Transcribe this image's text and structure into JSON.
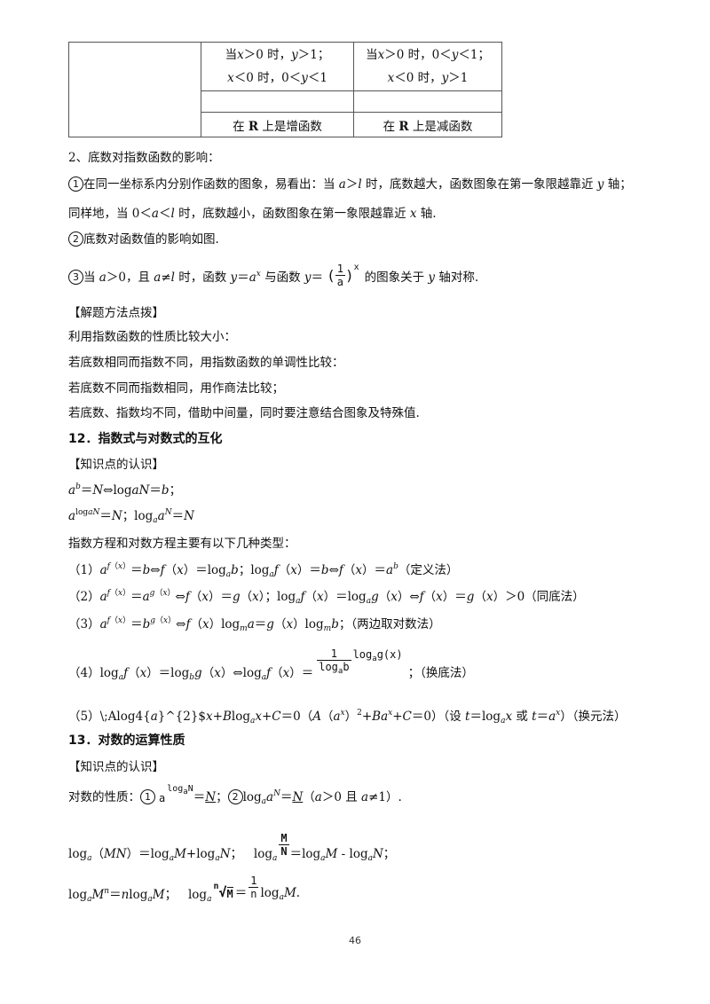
{
  "table": {
    "row1": {
      "inc_line1_html": "当<i>x</i>＞0 时，<i>y</i>＞1；",
      "inc_line2_html": "<i>x</i>＜0 时，0＜<i>y</i>＜1",
      "dec_line1_html": "当<i>x</i>＞0 时，0＜<i>y</i>＜1；",
      "dec_line2_html": "<i>x</i>＜0 时，<i>y</i>＞1"
    },
    "row3": {
      "inc_html": "在 <b>R</b> 上是增函数",
      "dec_html": "在 <b>R</b> 上是减函数"
    }
  },
  "section2": {
    "title": "2、底数对指数函数的影响：",
    "p1_html": "<span class=\"circ\">1</span>在同一坐标系内分别作函数的图象，易看出：当 <i>a</i>＞<i>l</i> 时，底数越大，函数图象在第一象限越靠近 <i>y</i> 轴；",
    "p1b_html": "同样地，当 0＜<i>a</i>＜<i>l</i> 时，底数越小，函数图象在第一象限越靠近 <i>x</i> 轴.",
    "p2_html": "<span class=\"circ\">2</span>底数对函数值的影响如图.",
    "p3_pre_html": "<span class=\"circ\">3</span>当 <i>a</i>＞0，且 <i>a</i>≠<i>l</i> 时，函数 <i>y</i>＝<i>a</i><sup><i>x</i></sup> 与函数 <i>y</i>＝",
    "p3_frac_num": "1",
    "p3_frac_den": "a",
    "p3_exp": "x",
    "p3_post_html": "的图象关于 <i>y</i> 轴对称."
  },
  "tips": {
    "title": "【解题方法点拨】",
    "l1": "利用指数函数的性质比较大小：",
    "l2": "若底数相同而指数不同，用指数函数的单调性比较：",
    "l3": "若底数不同而指数相同，用作商法比较；",
    "l4": "若底数、指数均不同，借助中间量，同时要注意结合图象及特殊值."
  },
  "section12": {
    "title": "12．指数式与对数式的互化",
    "know": "【知识点的认识】",
    "l1_html": "<i>a<sup>b</sup></i>＝<i>N</i>⇔log<i>a</i><i>N</i>＝<i>b</i>；",
    "l2_html": "<i>a</i><sup>log<i>aN</i></sup>＝<i>N</i>；log<sub><i>a</i></sub><i>a<sup>N</sup></i>＝<i>N</i>",
    "intro": "指数方程和对数方程主要有以下几种类型：",
    "t1_html": "（1）<i>a</i><sup><i>f</i>（<i>x</i>）</sup>＝<i>b</i>⇔<i>f</i>（<i>x</i>）＝log<sub><i>a</i></sub><i>b</i>；log<sub><i>a</i></sub><i>f</i>（<i>x</i>）＝<i>b</i>⇔<i>f</i>（<i>x</i>）＝<i>a<sup>b</sup></i>（定义法）",
    "t2_html": "（2）<i>a</i><sup><i>f</i>（<i>x</i>）</sup>＝<i>a</i><sup><i>g</i>（<i>x</i>）</sup>⇔<i>f</i>（<i>x</i>）＝<i>g</i>（<i>x</i>）；log<sub><i>a</i></sub><i>f</i>（<i>x</i>）＝log<sub><i>a</i></sub><i>g</i>（<i>x</i>）⇔<i>f</i>（<i>x</i>）＝<i>g</i>（<i>x</i>）＞0（同底法）",
    "t3_html": "（3）<i>a</i><sup><i>f</i>（<i>x</i>）</sup>＝<i>b</i><sup><i>g</i>（<i>x</i>）</sup>⇔<i>f</i>（<i>x</i>）log<sub><i>m</i></sub><i>a</i>＝<i>g</i>（<i>x</i>）log<sub><i>m</i></sub><i>b</i>；（两边取对数法）",
    "t4_pre_html": "（4）log<sub><i>a</i></sub><i>f</i>（<i>x</i>）＝log<sub><i>b</i></sub><i>g</i>（<i>x</i>）⇔log<sub><i>a</i></sub><i>f</i>（<i>x</i>）＝",
    "t4_num": "1",
    "t4_den_html": "log<sub>a</sub>b",
    "t4_after_html": "log<sub>a</sub>g(x)",
    "t4_post": "；（换底法）",
    "t5_html": "（5）\\;Alog4{<i>a</i>}^{2}$<i>x</i>+<i>B</i>log<sub><i>a</i></sub><i>x</i>+<i>C</i>＝0（<i>A</i>（<i>a<sup>x</sup></i>）<sup>2</sup>+<i>Ba<sup>x</sup></i>+<i>C</i>＝0）（设 <i>t</i>＝log<sub><i>a</i></sub><i>x</i> 或 <i>t</i>＝<i>a<sup>x</sup></i>）（换元法）"
  },
  "section13": {
    "title": "13．对数的运算性质",
    "know": "【知识点的认识】",
    "p1_pre_html": "对数的性质：<span class=\"circ\">1</span>",
    "p1_a": "a",
    "p1_exp_html": "log<sub>a</sub>N",
    "p1_mid_html": "＝<u><i>N</i></u>；<span class=\"circ\">2</span>log<sub><i>a</i></sub><i>a<sup>N</sup></i>＝<u><i>N</i></u>（<i>a</i>＞0 且 <i>a</i>≠1）.",
    "p2_pre_html": "log<sub><i>a</i></sub>（<i>MN</i>）＝log<sub><i>a</i></sub><i>M</i>+log<sub><i>a</i></sub><i>N</i>；&nbsp;&nbsp;&nbsp;log<sub><i>a</i></sub>",
    "p2_num": "M",
    "p2_den": "N",
    "p2_post_html": "＝log<sub><i>a</i></sub><i>M</i> - log<sub><i>a</i></sub><i>N</i>；",
    "p3_pre_html": "log<sub><i>a</i></sub><i>M<sup>n</sup></i>＝<i>n</i>log<sub><i>a</i></sub><i>M</i>；&nbsp;&nbsp;&nbsp;log<sub><i>a</i></sub>",
    "p3_root_index": "n",
    "p3_root_radicand": "M",
    "p3_num": "1",
    "p3_den": "n",
    "p3_post_html": "log<sub><i>a</i></sub><i>M</i>."
  },
  "page_number": "46"
}
